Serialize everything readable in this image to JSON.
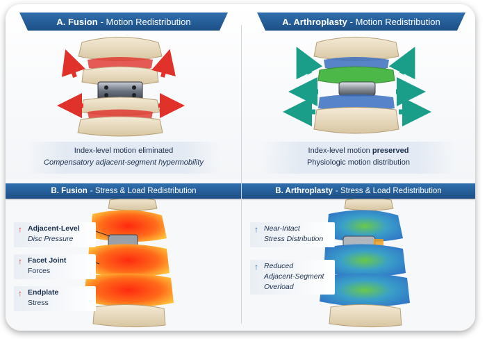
{
  "colors": {
    "header_blue": "#25609d",
    "fusion_red": "#e0312b",
    "arthro_teal": "#1a9e8a",
    "heat_hot": "#ff4a1a",
    "heat_cool": "#3a8fd8",
    "accent_green": "#4cb848",
    "accent_blue": "#3a6fc0"
  },
  "panels": {
    "tl": {
      "title_bold": "A. Fusion",
      "title_rest": "- Motion Redistribution",
      "line1": "Index-level motion eliminated",
      "line2": "Compensatory adjacent-segment hypermobility"
    },
    "tr": {
      "title_bold": "A. Arthroplasty",
      "title_rest": "- Motion Redistribution",
      "line1_a": "Index-level motion",
      "line1_b": "preserved",
      "line2": "Physiologic motion distribution"
    },
    "bl": {
      "title_bold": "B. Fusion",
      "title_rest": "- Stress & Load Redistribution",
      "callouts": [
        {
          "arrow": "up-arrow-red",
          "l1": "Adjacent-Level",
          "l2": "Disc Pressure"
        },
        {
          "arrow": "up-arrow-red",
          "l1": "Facet Joint",
          "l2": "Forces"
        },
        {
          "arrow": "up-arrow-red",
          "l1": "Endplate",
          "l2": "Stress"
        }
      ]
    },
    "br": {
      "title_bold": "B. Arthroplasty",
      "title_rest": "- Stress & Load Redistribution",
      "callouts": [
        {
          "arrow": "up-arrow-blue",
          "l1": "Near-Intact",
          "l2": "Stress Distribution"
        },
        {
          "arrow": "up-arrow-blue",
          "l1": "Reduced",
          "l2": "Adjacent-Segment",
          "l3": "Overload"
        }
      ]
    }
  }
}
